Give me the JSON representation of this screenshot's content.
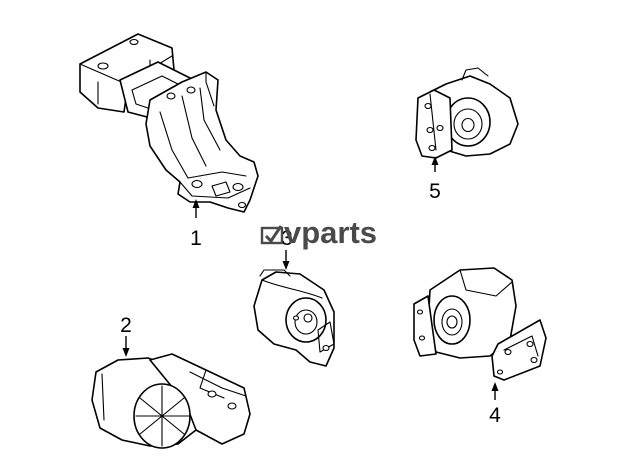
{
  "watermark": {
    "text": "vparts",
    "logo_icon": "box-check-logo-icon"
  },
  "callouts": [
    {
      "id": "1",
      "label": "1",
      "part": "engine-mount-bracket"
    },
    {
      "id": "2",
      "label": "2",
      "part": "transmission-mount"
    },
    {
      "id": "3",
      "label": "3",
      "part": "engine-mount-center"
    },
    {
      "id": "4",
      "label": "4",
      "part": "engine-mount-right"
    },
    {
      "id": "5",
      "label": "5",
      "part": "engine-mount-upper-right"
    }
  ]
}
